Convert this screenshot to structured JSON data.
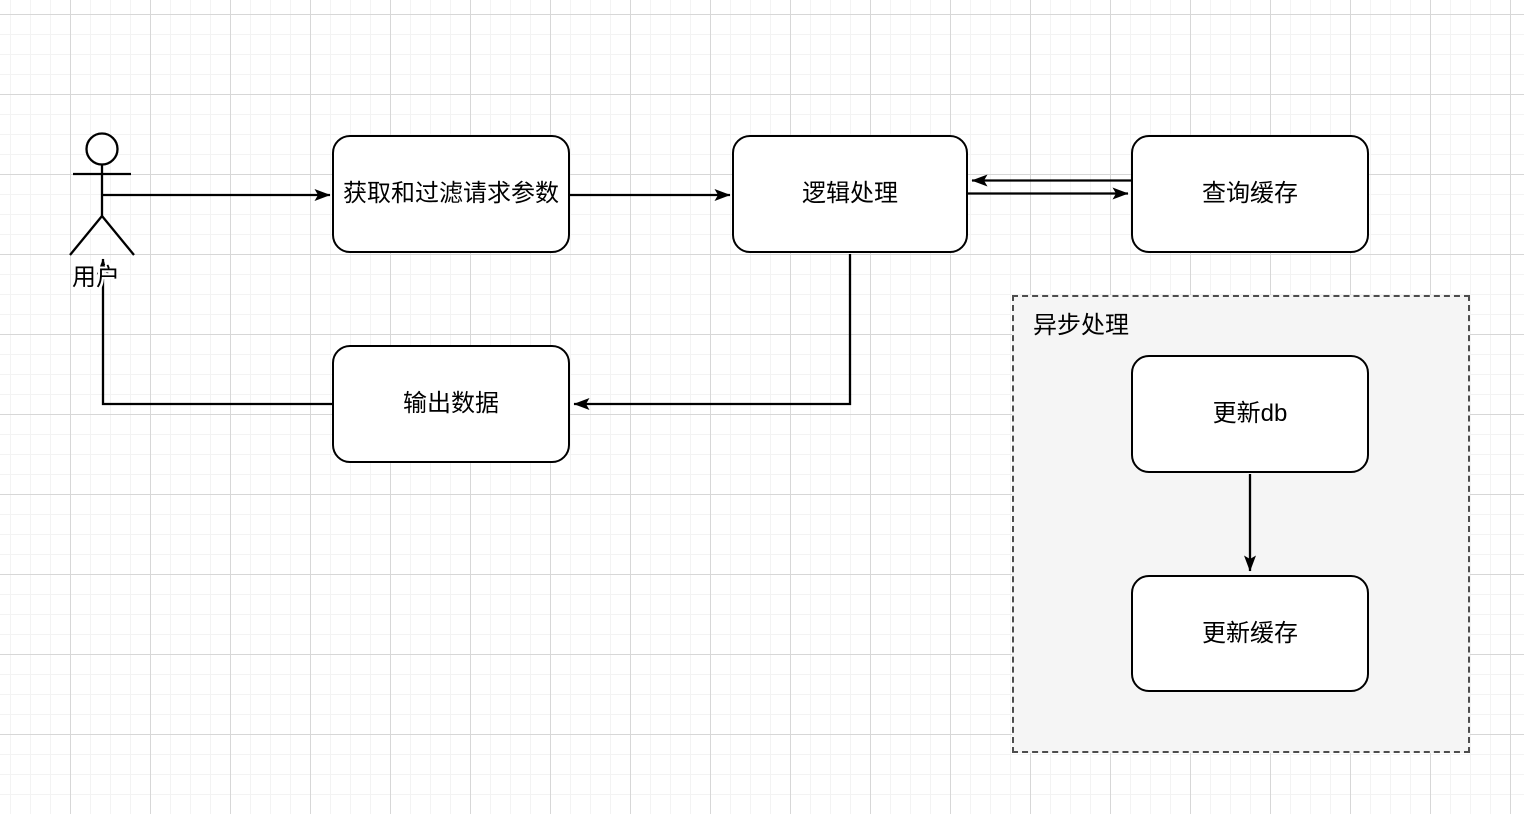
{
  "canvas": {
    "type": "flowchart-on-grid",
    "grid": {
      "fine_color": "#f3f3f3",
      "heavy_color": "#d7d7d7",
      "background": "#ffffff"
    }
  },
  "actor": {
    "label": "用户"
  },
  "nodes": {
    "get_params": {
      "label": "获取和过滤请求参数"
    },
    "logic": {
      "label": "逻辑处理"
    },
    "query_cache": {
      "label": "查询缓存"
    },
    "output_data": {
      "label": "输出数据"
    },
    "update_db": {
      "label": "更新db"
    },
    "update_cache": {
      "label": "更新缓存"
    }
  },
  "group": {
    "label": "异步处理",
    "fill": "#f5f5f5",
    "border_color": "#4d4d4d"
  },
  "edges": [
    {
      "from": "用户",
      "to": "获取和过滤请求参数",
      "style": "arrow-right"
    },
    {
      "from": "获取和过滤请求参数",
      "to": "逻辑处理",
      "style": "arrow-right"
    },
    {
      "from": "查询缓存",
      "to": "逻辑处理",
      "style": "arrow-left"
    },
    {
      "from": "逻辑处理",
      "to": "查询缓存",
      "style": "arrow-right"
    },
    {
      "from": "逻辑处理",
      "to": "输出数据",
      "style": "elbow-down-left"
    },
    {
      "from": "输出数据",
      "to": "用户",
      "style": "elbow-left-up"
    },
    {
      "from": "更新db",
      "to": "更新缓存",
      "style": "arrow-down"
    }
  ],
  "colors": {
    "node_fill": "#ffffff",
    "node_border": "#000000",
    "arrow": "#000000",
    "text": "#000000"
  }
}
